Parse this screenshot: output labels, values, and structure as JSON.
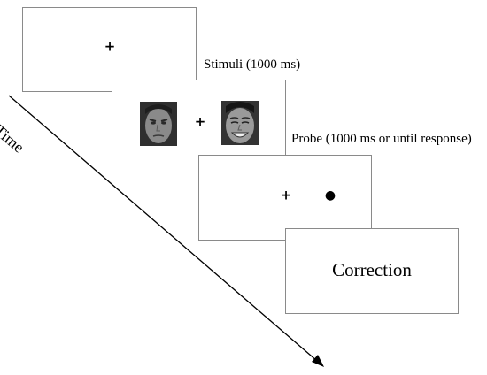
{
  "time_label": "Time",
  "frames": {
    "fixation": {
      "symbol": "+"
    },
    "stimuli": {
      "label": "Stimuli  (1000 ms)",
      "symbol": "+",
      "face_left": "angry-face",
      "face_right": "happy-face"
    },
    "probe": {
      "label": "Probe (1000 ms or until response)",
      "symbol": "+",
      "probe_symbol": "●"
    },
    "correction": {
      "text": "Correction"
    }
  },
  "colors": {
    "frame_border": "#8a8a8a",
    "text": "#000000",
    "background": "#ffffff"
  }
}
